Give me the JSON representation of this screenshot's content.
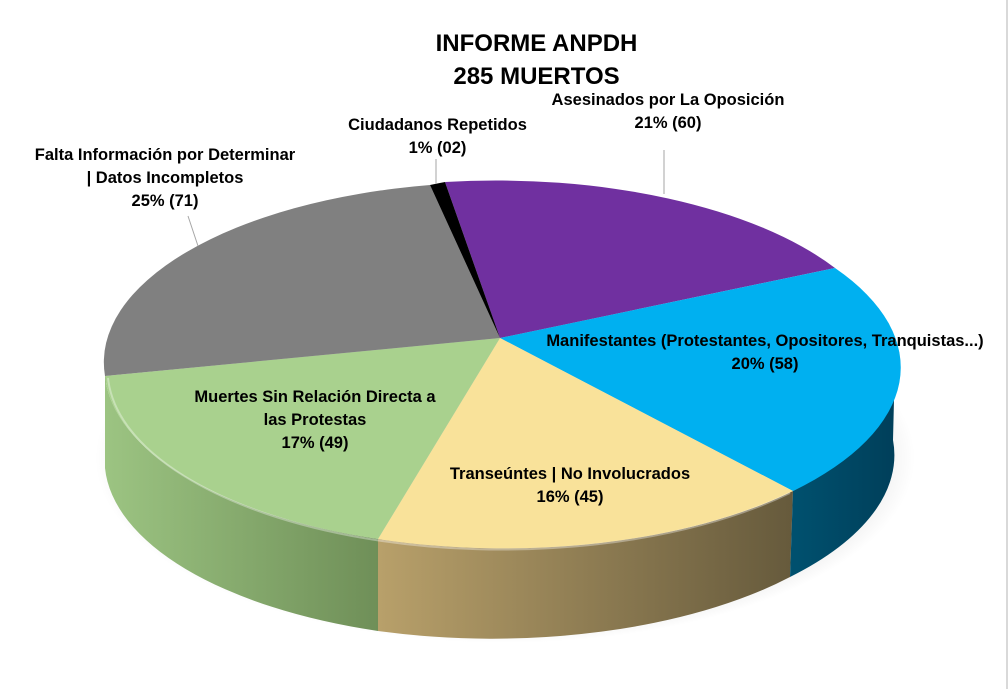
{
  "chart": {
    "title_line1": "INFORME ANPDH",
    "title_line2": "285 MUERTOS"
  },
  "labels": {
    "asesinados": {
      "name": "Asesinados por La Oposición",
      "value": "21% (60)"
    },
    "ciudadanos": {
      "name": "Ciudadanos Repetidos",
      "value": "1% (02)"
    },
    "falta_l1": "Falta Información por Determinar",
    "falta_l2": "| Datos Incompletos",
    "falta_value": "25% (71)",
    "manifestantes": {
      "name": "Manifestantes (Protestantes, Opositores, Tranquistas...)",
      "value": "20% (58)"
    },
    "muertes_l1": "Muertes Sin Relación Directa a",
    "muertes_l2": "las Protestas",
    "muertes_value": "17% (49)",
    "transeuntes": {
      "name": "Transeúntes | No Involucrados",
      "value": "16% (45)"
    }
  },
  "colors": {
    "asesinados": "#7030a0",
    "manifestantes": "#00b0f0",
    "manifestantes_side": "#004a6b",
    "transeuntes": "#f9e29a",
    "transeuntes_side": "#8a7a52",
    "muertes": "#a9d18e",
    "muertes_side": "#7a9a62",
    "falta": "#808080",
    "ciudadanos": "#000000"
  },
  "chart_data": {
    "type": "pie",
    "style": "3d-pie",
    "title": "INFORME ANPDH 285 MUERTOS",
    "total": 285,
    "categories": [
      "Asesinados por La Oposición",
      "Manifestantes (Protestantes, Opositores, Tranquistas...)",
      "Transeúntes | No Involucrados",
      "Muertes Sin Relación Directa a las Protestas",
      "Falta Información por Determinar | Datos Incompletos",
      "Ciudadanos Repetidos"
    ],
    "values": [
      60,
      58,
      45,
      49,
      71,
      2
    ],
    "percentages": [
      21,
      20,
      16,
      17,
      25,
      1
    ],
    "colors": [
      "#7030a0",
      "#00b0f0",
      "#f9e29a",
      "#a9d18e",
      "#808080",
      "#000000"
    ],
    "legend": "none (data labels with leader lines)"
  }
}
